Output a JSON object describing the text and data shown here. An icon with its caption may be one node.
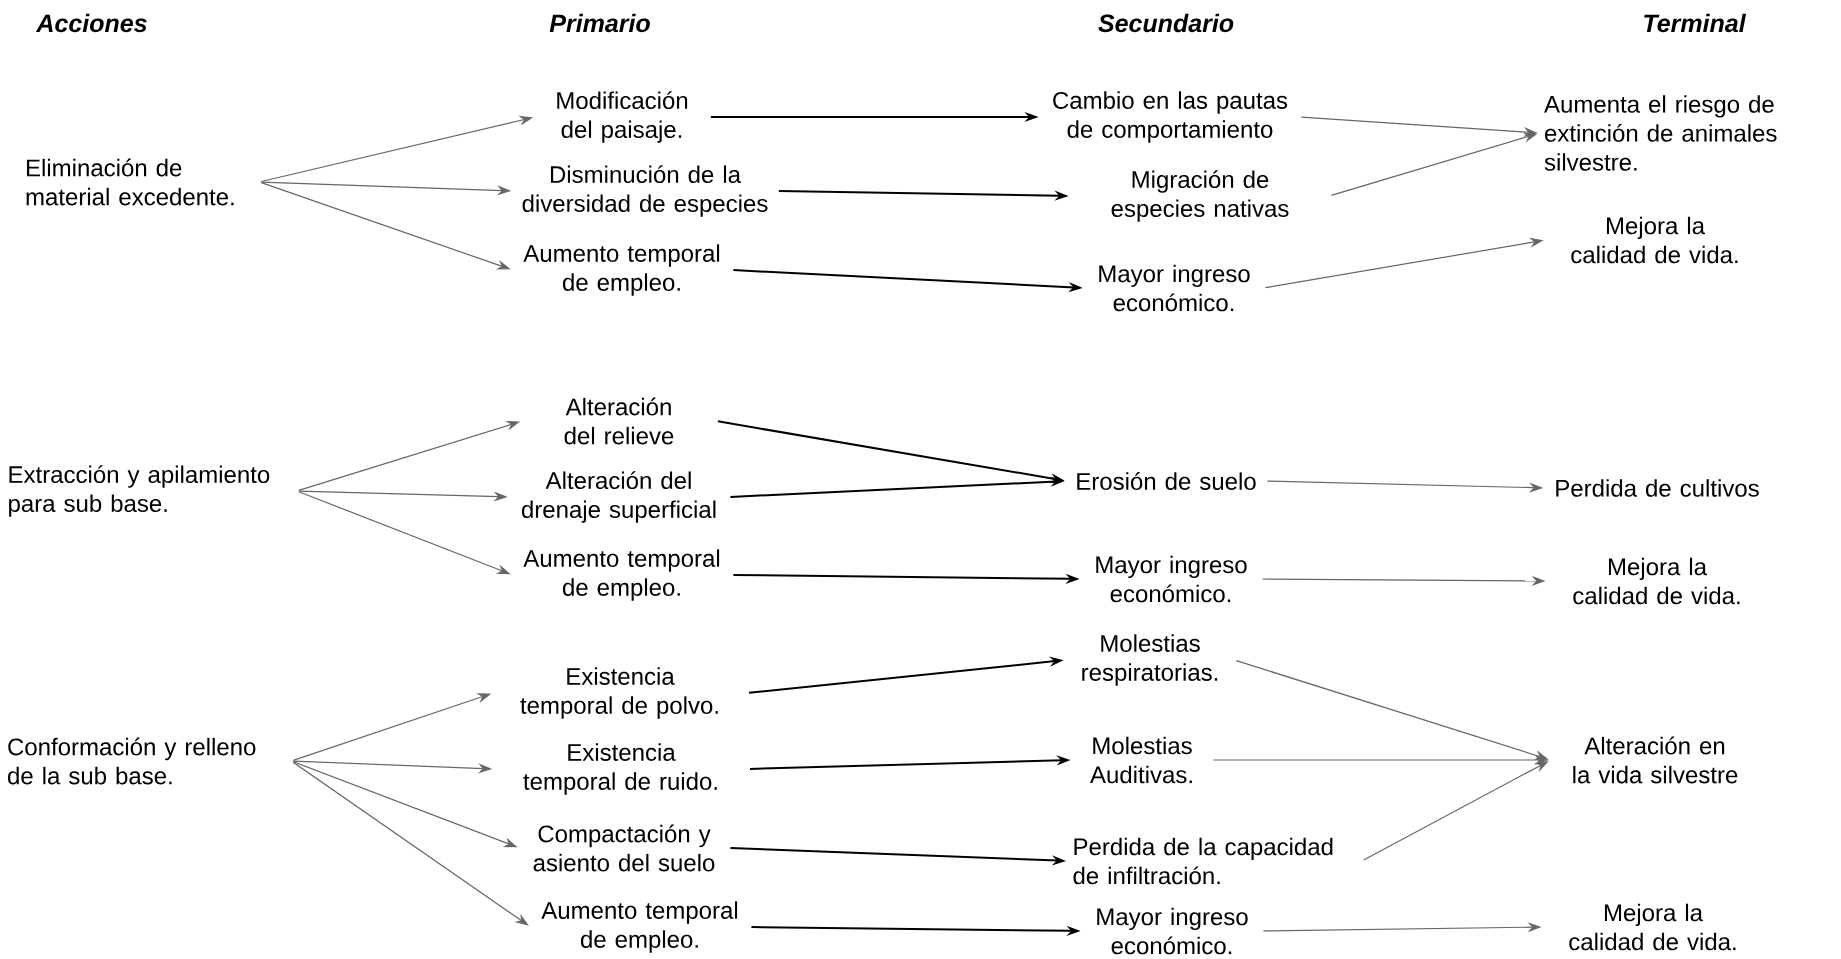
{
  "diagram": {
    "nodes": [
      {
        "text": [
          "Eliminación de material excedente."
        ]
      },
      {
        "text": [
          "Modificación del paisaje."
        ]
      },
      {
        "text": [
          "Disminución de la diversidad de especies"
        ]
      },
      {
        "text": [
          "Aumento temporal de empleo."
        ]
      },
      {
        "text": [
          "Cambio en las pautas de comportamiento"
        ]
      },
      {
        "text": [
          "Migración de especies nativas"
        ]
      },
      {
        "text": [
          "Mayor ingreso económico."
        ]
      },
      {
        "text": [
          "Aumenta el riesgo de extinción de animales silvestre."
        ]
      },
      {
        "text": [
          "Mejora la calidad de vida."
        ]
      },
      {
        "text": [
          "Extracción y apilamiento para sub base."
        ]
      },
      {
        "text": [
          "Alteración del relieve"
        ]
      },
      {
        "text": [
          "Alteración del drenaje superficial"
        ]
      },
      {
        "text": [
          "Aumento temporal de empleo."
        ]
      },
      {
        "text": [
          "Erosión de suelo"
        ]
      },
      {
        "text": [
          "Perdida de cultivos"
        ]
      },
      {
        "text": [
          "Mayor ingreso económico."
        ]
      },
      {
        "text": [
          "Mejora la calidad de vida."
        ]
      },
      {
        "text": [
          "Conformación y relleno de la sub base."
        ]
      },
      {
        "text": [
          "Existencia temporal de polvo."
        ]
      },
      {
        "text": [
          "Existencia temporal de ruido."
        ]
      },
      {
        "text": [
          "Compactación y asiento del suelo"
        ]
      },
      {
        "text": [
          "Aumento temporal de empleo."
        ]
      },
      {
        "text": [
          "Molestias respiratorias."
        ]
      },
      {
        "text": [
          "Molestias Auditivas."
        ]
      },
      {
        "text": [
          "Perdida de la capacidad de infiltración."
        ]
      },
      {
        "text": [
          "Mayor ingreso económico."
        ]
      },
      {
        "text": [
          "Alteración en la vida silvestre"
        ]
      },
      {
        "text": [
          "Mejora la calidad de vida."
        ]
      }
    ],
    "edges": [
      {
        "from": 0,
        "to": 1,
        "arrow": "to"
      },
      {
        "from": 0,
        "to": 2,
        "arrow": "to"
      },
      {
        "from": 0,
        "to": 3,
        "arrow": "to"
      },
      {
        "from": 1,
        "to": 4,
        "arrow": "to",
        "color": "#000000"
      },
      {
        "from": 2,
        "to": 5,
        "arrow": "to",
        "color": "#000000"
      },
      {
        "from": 3,
        "to": 6,
        "arrow": "to",
        "color": "#000000"
      },
      {
        "from": 4,
        "to": 7,
        "arrow": "to"
      },
      {
        "from": 5,
        "to": 7,
        "arrow": "to"
      },
      {
        "from": 6,
        "to": 8,
        "arrow": "to"
      },
      {
        "from": 9,
        "to": 10,
        "arrow": "to"
      },
      {
        "from": 9,
        "to": 11,
        "arrow": "to"
      },
      {
        "from": 9,
        "to": 12,
        "arrow": "to"
      },
      {
        "from": 10,
        "to": 13,
        "arrow": "to",
        "color": "#000000"
      },
      {
        "from": 11,
        "to": 13,
        "arrow": "to",
        "color": "#000000"
      },
      {
        "from": 12,
        "to": 15,
        "arrow": "to",
        "color": "#000000"
      },
      {
        "from": 13,
        "to": 14,
        "arrow": "to"
      },
      {
        "from": 15,
        "to": 16,
        "arrow": "to"
      },
      {
        "from": 17,
        "to": 18,
        "arrow": "to"
      },
      {
        "from": 17,
        "to": 19,
        "arrow": "to"
      },
      {
        "from": 17,
        "to": 20,
        "arrow": "to"
      },
      {
        "from": 17,
        "to": 21,
        "arrow": "to"
      },
      {
        "from": 18,
        "to": 22,
        "arrow": "to",
        "color": "#000000"
      },
      {
        "from": 19,
        "to": 23,
        "arrow": "to",
        "color": "#000000"
      },
      {
        "from": 20,
        "to": 24,
        "arrow": "to",
        "color": "#000000"
      },
      {
        "from": 21,
        "to": 25,
        "arrow": "to",
        "color": "#000000"
      },
      {
        "from": 22,
        "to": 26,
        "arrow": "to"
      },
      {
        "from": 23,
        "to": 26,
        "arrow": "to"
      },
      {
        "from": 24,
        "to": 26,
        "arrow": "to"
      },
      {
        "from": 25,
        "to": 27,
        "arrow": "to"
      }
    ],
    "labels": [
      "Acciones",
      "Primario",
      "Secundario",
      "Terminal"
    ]
  }
}
